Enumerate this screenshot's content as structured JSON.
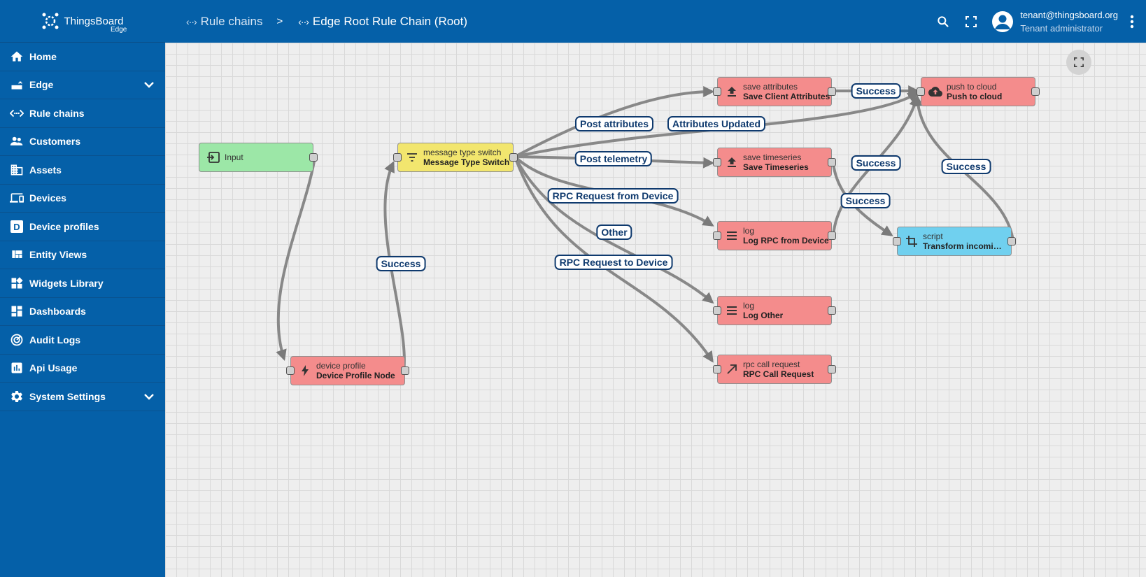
{
  "app": {
    "logo_text": "ThingsBoard",
    "logo_sub": "Edge"
  },
  "sidebar": {
    "items": [
      {
        "label": "Home"
      },
      {
        "label": "Edge"
      },
      {
        "label": "Rule chains"
      },
      {
        "label": "Customers"
      },
      {
        "label": "Assets"
      },
      {
        "label": "Devices"
      },
      {
        "label": "Device profiles"
      },
      {
        "label": "Entity Views"
      },
      {
        "label": "Widgets Library"
      },
      {
        "label": "Dashboards"
      },
      {
        "label": "Audit Logs"
      },
      {
        "label": "Api Usage"
      },
      {
        "label": "System Settings"
      }
    ]
  },
  "header": {
    "crumb1": "Rule chains",
    "separator": ">",
    "crumb2": "Edge Root Rule Chain (Root)",
    "user_email": "tenant@thingsboard.org",
    "user_role": "Tenant administrator"
  },
  "nodes": {
    "input": {
      "name": "Input"
    },
    "switch": {
      "type": "message type switch",
      "name": "Message Type Switch"
    },
    "device_profile": {
      "type": "device profile",
      "name": "Device Profile Node"
    },
    "save_attrs": {
      "type": "save attributes",
      "name": "Save Client Attributes"
    },
    "push_cloud": {
      "type": "push to cloud",
      "name": "Push to cloud"
    },
    "save_ts": {
      "type": "save timeseries",
      "name": "Save Timeseries"
    },
    "log_rpc": {
      "type": "log",
      "name": "Log RPC from Device"
    },
    "script": {
      "type": "script",
      "name": "Transform incoming ..."
    },
    "log_other": {
      "type": "log",
      "name": "Log Other"
    },
    "rpc_call": {
      "type": "rpc call request",
      "name": "RPC Call Request"
    }
  },
  "links": {
    "post_attributes": "Post attributes",
    "attributes_updated": "Attributes Updated",
    "post_telemetry": "Post telemetry",
    "rpc_from_device": "RPC Request from Device",
    "other": "Other",
    "rpc_to_device": "RPC Request to Device",
    "success": "Success"
  },
  "colors": {
    "primary": "#0560a8",
    "node_red": "#f48c8c",
    "node_green": "#9ce7a7",
    "node_yellow": "#f2e66e",
    "node_blue": "#70d0ef",
    "link_label": "#0f3a6e"
  }
}
